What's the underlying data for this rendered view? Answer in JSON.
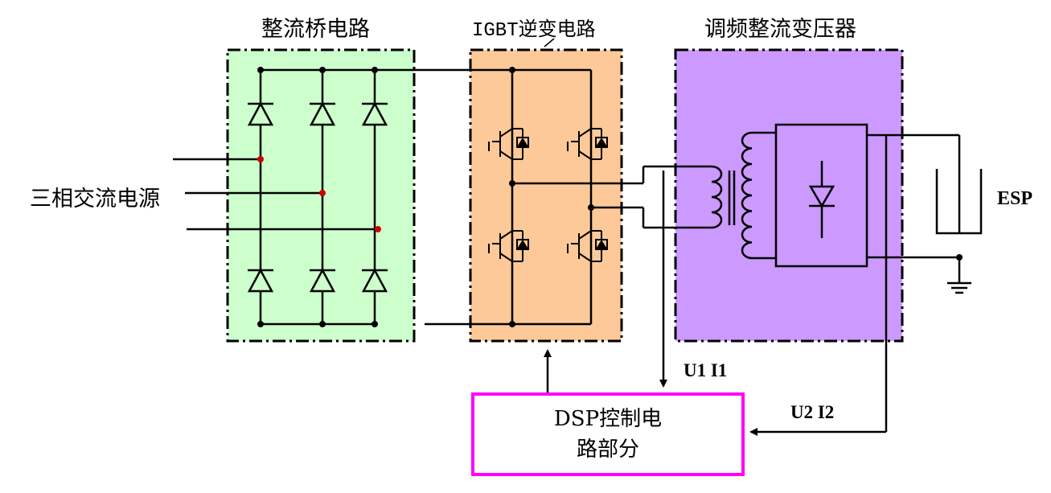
{
  "blocks": {
    "rectifier_bridge": {
      "title": "整流桥电路",
      "fill": "#ccffcc"
    },
    "igbt_inverter": {
      "title": "IGBT逆变电路",
      "fill": "#fdc999"
    },
    "hf_transformer": {
      "title": "调频整流变压器",
      "fill": "#cc99ff"
    }
  },
  "source_label": "三相交流电源",
  "load_label": "ESP",
  "dsp_block": {
    "line1": "DSP控制电",
    "line2": "路部分",
    "border_color": "#ff00ff"
  },
  "signals": {
    "u1_i1": "U1   I1",
    "u2_i2": "U2   I2"
  },
  "colors": {
    "wire": "#000000",
    "node": "#000000",
    "input_node": "#cc0000"
  }
}
